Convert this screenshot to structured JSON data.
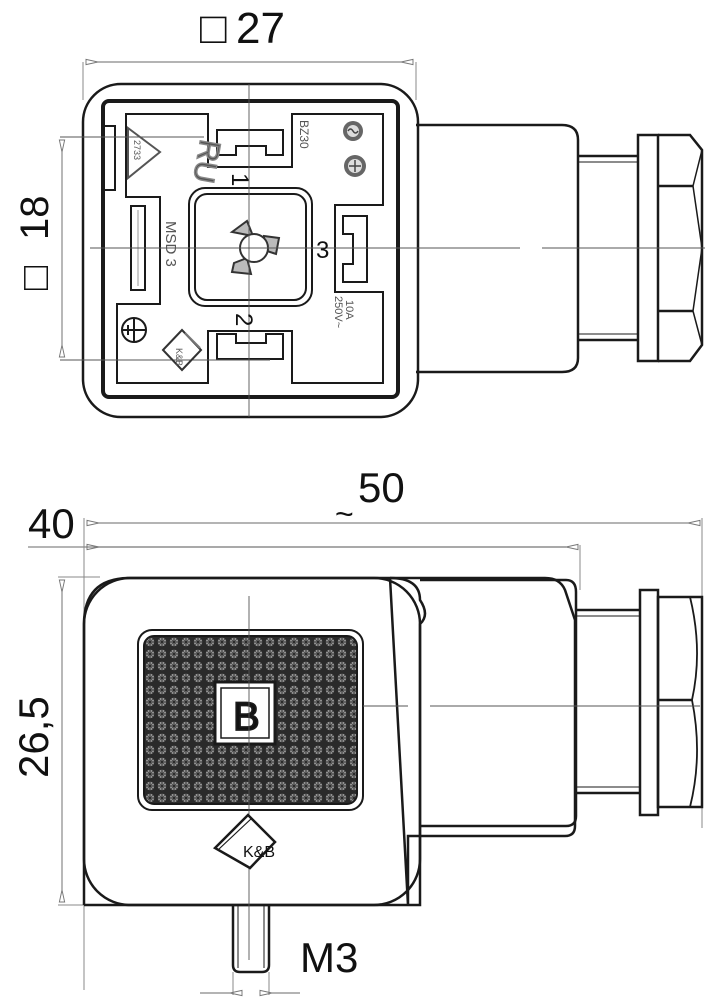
{
  "drawing": {
    "title": "Valve connector technical drawing",
    "colors": {
      "line": "#1a1a1a",
      "dim_line": "#888888",
      "text": "#111111",
      "marking_text": "#555555"
    }
  },
  "top_view": {
    "dimensions": {
      "width_square": {
        "symbol": "□",
        "value": "27"
      },
      "contact_square": {
        "symbol": "□",
        "value": "18"
      }
    },
    "contacts": {
      "pin1": "1",
      "pin2": "2",
      "pin3": "3"
    },
    "markings": {
      "model": "MSD 3",
      "code": "BZ30",
      "rating_current": "10A",
      "rating_voltage": "250V~",
      "triangle_mark": "2733",
      "ul_mark": "RU",
      "manufacturer": "K&B"
    }
  },
  "side_view": {
    "dimensions": {
      "overall_length": {
        "prefix": "~",
        "value": "50"
      },
      "body_length": {
        "value": "40"
      },
      "height": {
        "value": "26,5"
      },
      "screw": {
        "value": "M3"
      }
    },
    "label_letter": "B",
    "manufacturer": "K&B"
  }
}
